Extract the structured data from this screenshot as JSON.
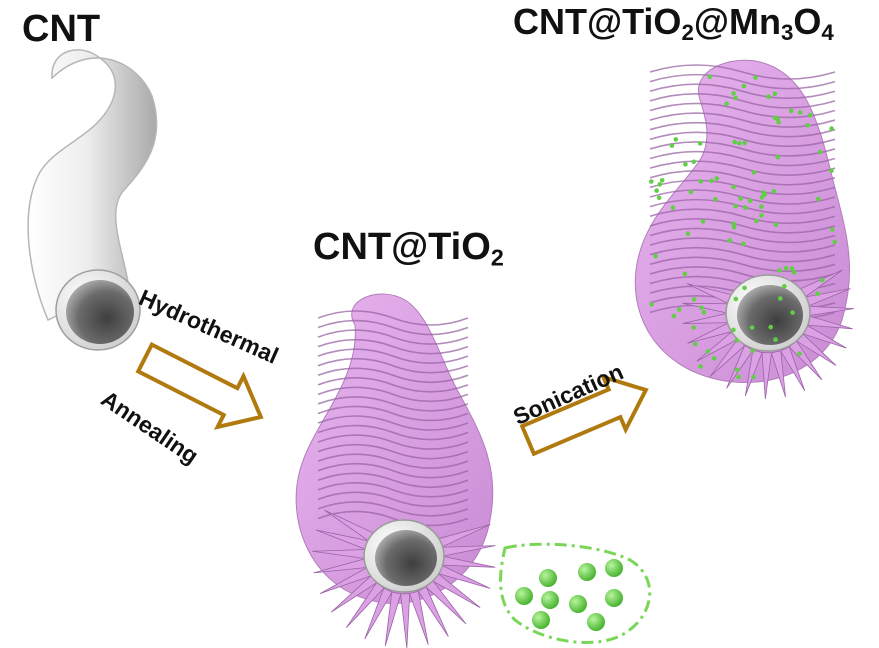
{
  "diagram": {
    "stages": [
      {
        "id": "cnt",
        "label": "CNT"
      },
      {
        "id": "cnt_tio2",
        "label_base": "CNT@TiO",
        "label_sub": "2"
      },
      {
        "id": "cnt_tio2_mn3o4",
        "parts": [
          "CNT@TiO",
          "2",
          "@Mn",
          "3",
          "O",
          "4"
        ]
      }
    ],
    "steps": [
      {
        "label": "Hydrothermal"
      },
      {
        "label": "Annealing"
      },
      {
        "label": "Sonication"
      }
    ]
  },
  "colors": {
    "arrow": "#b07a0e",
    "tube_body": "#ececec",
    "tube_interior": "#606060",
    "petal": "#dba1e4",
    "petal_shadow": "#9a64a6",
    "particle": "#5fcf44",
    "cloud_outline": "#7ad657"
  }
}
